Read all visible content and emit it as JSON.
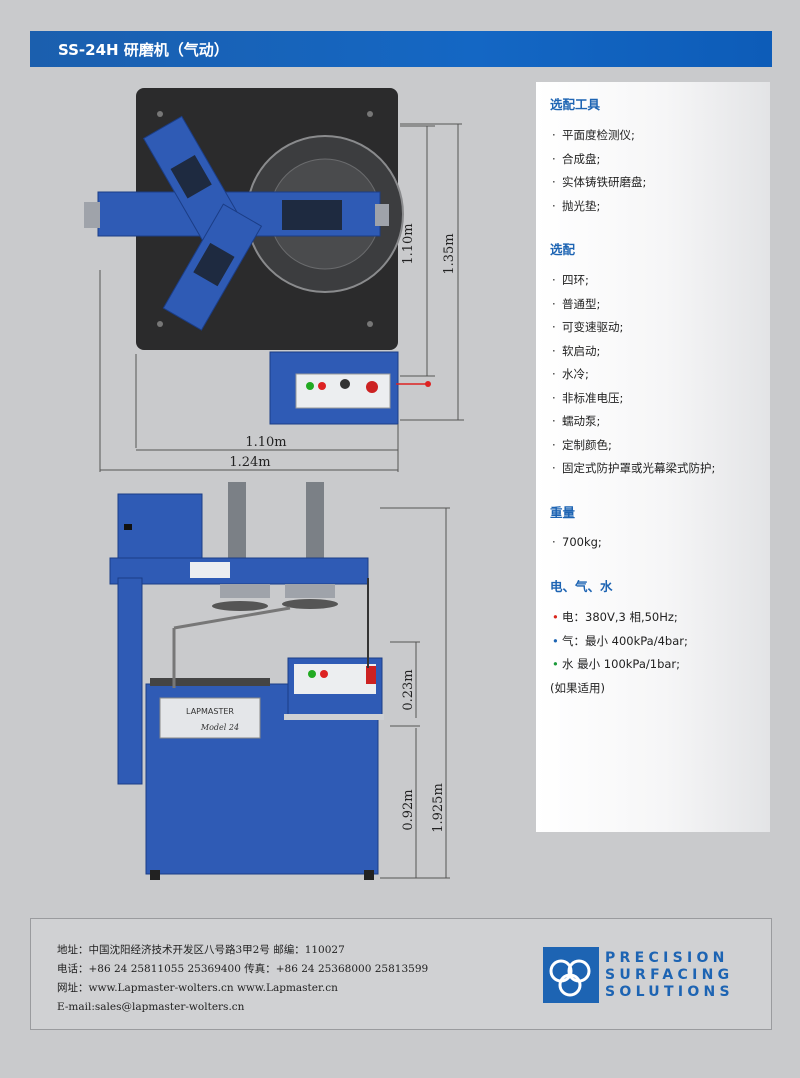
{
  "header": {
    "title": "SS-24H 研磨机（气动）"
  },
  "colors": {
    "accent": "#1d64b3",
    "machine_blue": "#2f5bb5",
    "header_blue": "#1467c4"
  },
  "specs": {
    "tools": {
      "title": "选配工具",
      "items": [
        "平面度检测仪;",
        "合成盘;",
        "实体铸铁研磨盘;",
        "抛光垫;"
      ]
    },
    "options": {
      "title": "选配",
      "items": [
        "四环;",
        "普通型;",
        "可变速驱动;",
        "软启动;",
        "水冷;",
        "非标准电压;",
        "蠕动泵;",
        "定制颜色;",
        "固定式防护罩或光幕梁式防护;"
      ]
    },
    "weight": {
      "title": "重量",
      "value": "700kg;"
    },
    "utilities": {
      "title": "电、气、水",
      "electric": "电：380V,3 相,50Hz;",
      "air": "气：最小 400kPa/4bar;",
      "water": "水 最小 100kPa/1bar;",
      "note": "(如果适用)"
    }
  },
  "dimensions": {
    "top_view": {
      "inner_height": "1.10m",
      "outer_height": "1.35m",
      "inner_width": "1.10m",
      "outer_width": "1.24m"
    },
    "front_view": {
      "table_offset": "0.23m",
      "table_height": "0.92m",
      "total_height": "1.925m"
    }
  },
  "machine_labels": {
    "brand": "LAPMASTER",
    "model": "Model 24"
  },
  "footer": {
    "address": "地址：中国沈阳经济技术开发区八号路3甲2号   邮编：110027",
    "phone": "电话：+86 24 25811055 25369400   传真：+86 24 25368000 25813599",
    "web": "网址：www.Lapmaster-wolters.cn www.Lapmaster.cn",
    "email": "E-mail:sales@lapmaster-wolters.cn",
    "brand_lines": [
      "PRECISION",
      "SURFACING",
      "SOLUTIONS"
    ]
  },
  "icons": {
    "logo": "lapmaster-circles-logo",
    "brand_logo": "precision-circles-logo"
  }
}
